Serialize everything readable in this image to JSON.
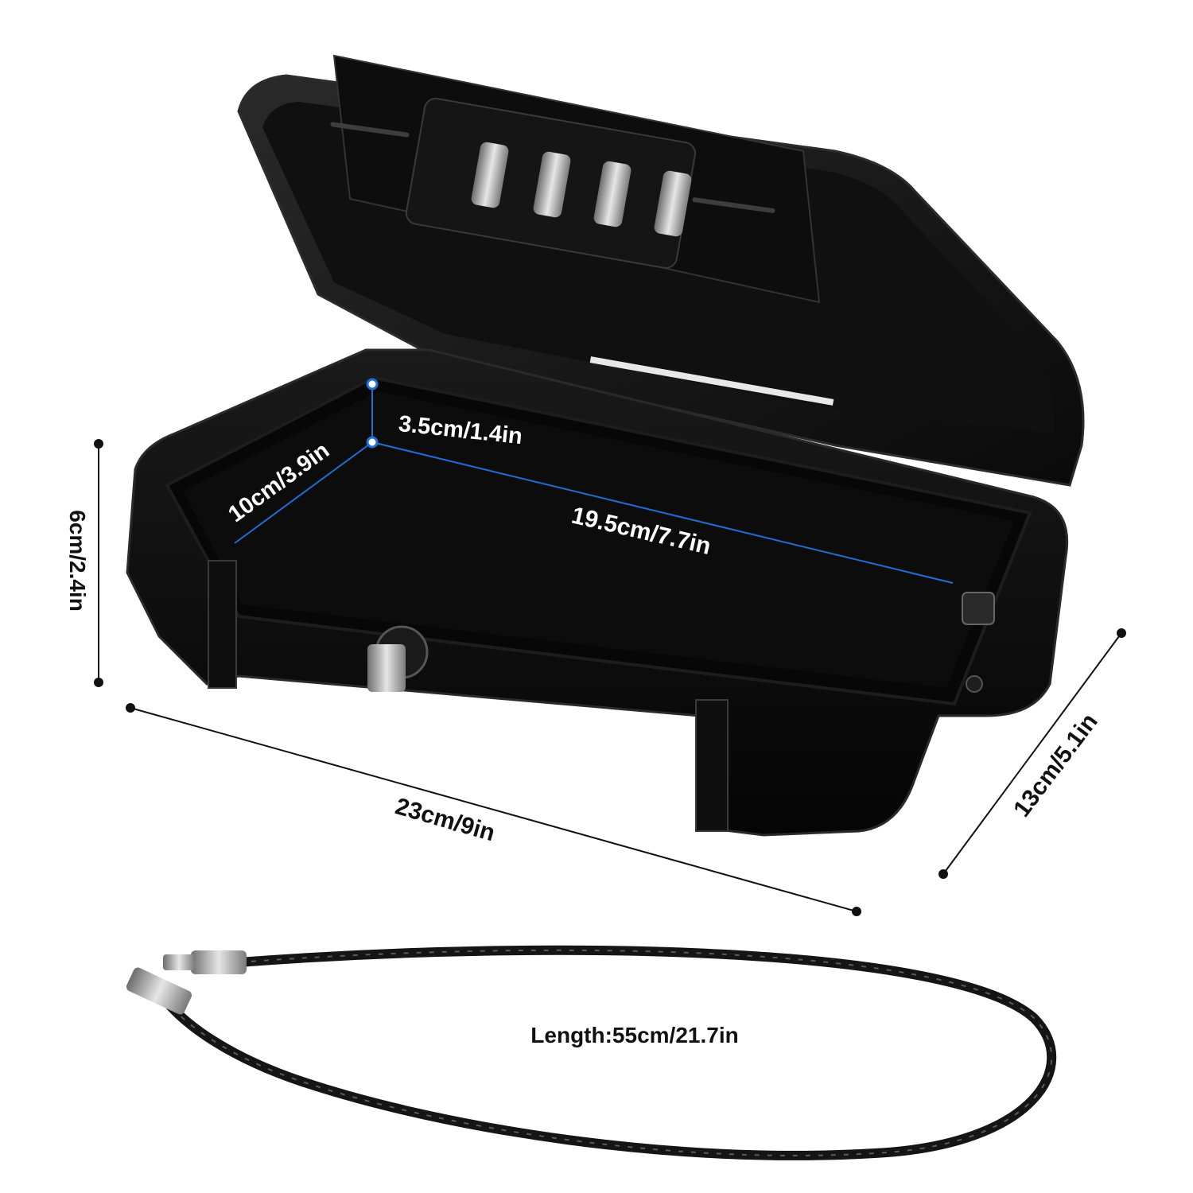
{
  "dimensions": {
    "height": "6cm/2.4in",
    "width": "23cm/9in",
    "depth": "13cm/5.1in",
    "inner_depth": "3.5cm/1.4in",
    "inner_width_short": "10cm/3.9in",
    "inner_length": "19.5cm/7.7in"
  },
  "cable": {
    "length_label": "Length:55cm/21.7in"
  },
  "colors": {
    "box": "#0b0b0b",
    "inner_lining": "#050505",
    "accent_line": "#1f6fd6",
    "dimension_line": "#111111",
    "metal": "#b9b9b9"
  }
}
